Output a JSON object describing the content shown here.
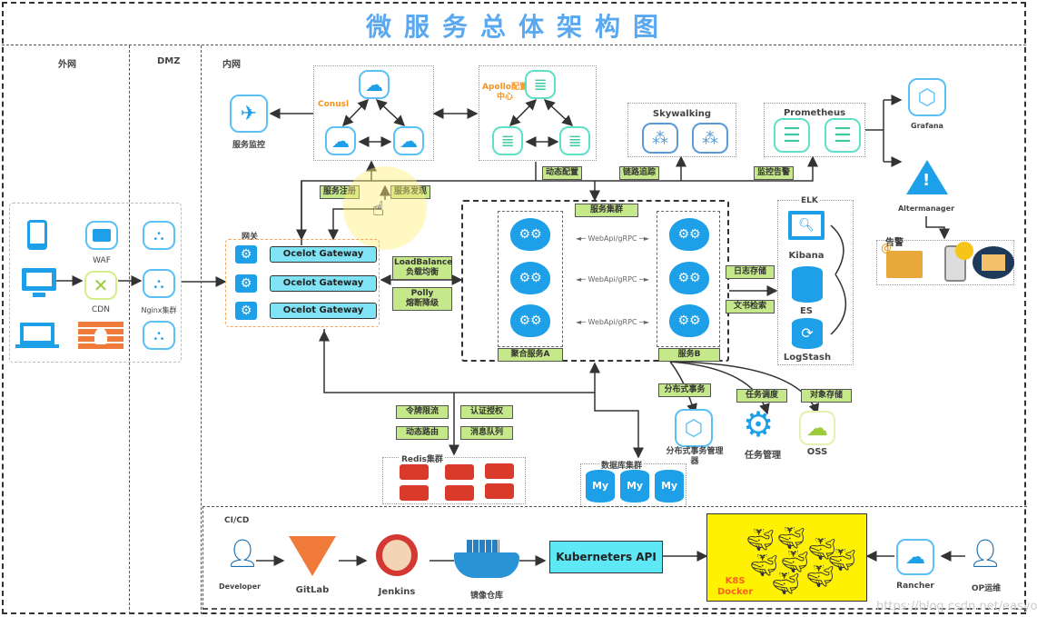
{
  "title": "微服务总体架构图",
  "zones": {
    "external": "外网",
    "dmz": "DMZ",
    "internal": "内网",
    "cicd": "CI/CD"
  },
  "external": {
    "waf": "WAF",
    "cdn": "CDN",
    "nginx": "Nginx集群"
  },
  "monitor": {
    "label": "服务监控"
  },
  "consul": {
    "label": "Conusl"
  },
  "apollo": {
    "label": "Apollo配置\n中心"
  },
  "skywalking": {
    "label": "Skywalking"
  },
  "prometheus": {
    "label": "Prometheus"
  },
  "grafana": {
    "label": "Grafana"
  },
  "altermanager": {
    "label": "Altermanager"
  },
  "alert": {
    "label": "告警"
  },
  "tags": {
    "service_register": "服务注册",
    "service_discovery": "服务发现",
    "dynamic_config": "动态配置",
    "trace": "链路追踪",
    "monitor_alert": "监控告警",
    "service_cluster": "服务集群",
    "load_balance_1": "LoadBalance",
    "load_balance_2": "负载均衡",
    "polly_1": "Polly",
    "polly_2": "熔断降级",
    "log_storage": "日志存储",
    "doc_search": "文书检索",
    "aggregate_a": "聚合服务A",
    "service_b": "服务B",
    "token_limit": "令牌限流",
    "auth": "认证授权",
    "dynamic_route": "动态路由",
    "mq": "消息队列",
    "dist_tx": "分布式事务",
    "task_schedule": "任务调度",
    "object_storage": "对象存储"
  },
  "gateway": {
    "label": "网关",
    "items": [
      "Ocelot Gateway",
      "Ocelot Gateway",
      "Ocelot Gateway"
    ]
  },
  "webapi": [
    "WebApi/gRPC",
    "WebApi/gRPC",
    "WebApi/gRPC"
  ],
  "elk": {
    "label": "ELK",
    "kibana": "Kibana",
    "es": "ES",
    "logstash": "LogStash"
  },
  "bottom_services": {
    "dtm": "分布式事务管理器",
    "task": "任务管理",
    "oss": "OSS"
  },
  "redis": {
    "label": "Redis集群"
  },
  "db": {
    "label": "数据库集群",
    "item": "My"
  },
  "cicd": {
    "developer": "Developer",
    "gitlab": "GitLab",
    "jenkins": "Jenkins",
    "registry": "镜像仓库",
    "k8s_api": "Kuberneters API",
    "k8s_docker_1": "K8S",
    "k8s_docker_2": "Docker",
    "rancher": "Rancher",
    "op": "OP运维"
  },
  "watermark": "https://blog.csdn.net/easyo"
}
